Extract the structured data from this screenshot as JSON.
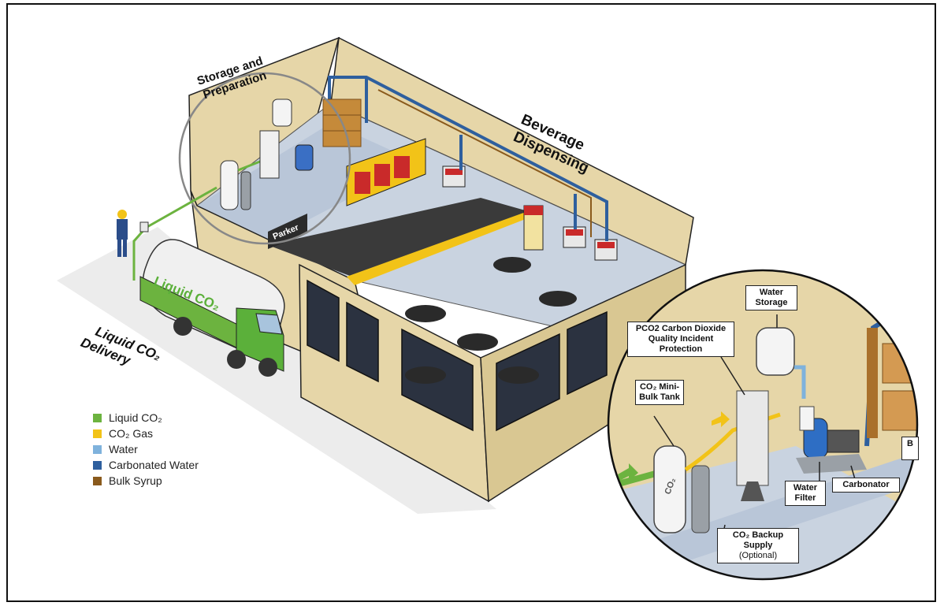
{
  "zones": {
    "storage": "Storage and\nPreparation",
    "dispensing": "Beverage\nDispensing",
    "delivery": "Liquid CO₂\nDelivery"
  },
  "truck_label": "Liquid CO₂",
  "brand_sign": "Parker",
  "legend": [
    {
      "label": "Liquid CO₂",
      "color": "#6cb33f"
    },
    {
      "label": "CO₂ Gas",
      "color": "#f2c318"
    },
    {
      "label": "Water",
      "color": "#7fb2dc"
    },
    {
      "label": "Carbonated Water",
      "color": "#2e5f9e"
    },
    {
      "label": "Bulk Syrup",
      "color": "#8a5a1c"
    }
  ],
  "callouts": {
    "water_storage": "Water Storage",
    "pco2": "PCO2 Carbon Dioxide Quality Incident Protection",
    "mini_bulk": "CO₂ Mini-Bulk Tank",
    "water_filter": "Water Filter",
    "carbonator": "Carbonator",
    "backup_title": "CO₂ Backup Supply",
    "backup_sub": "(Optional)",
    "cut_label": "B"
  },
  "tank_label": "CO₂",
  "colors": {
    "wall": "#e6d6a8",
    "wall_dark": "#c9b27a",
    "floor": "#c9d3e0",
    "carbonated": "#2e5f9e",
    "liquid_co2": "#6cb33f",
    "co2_gas": "#f2c318",
    "water": "#7fb2dc",
    "syrup": "#8a5a1c"
  }
}
